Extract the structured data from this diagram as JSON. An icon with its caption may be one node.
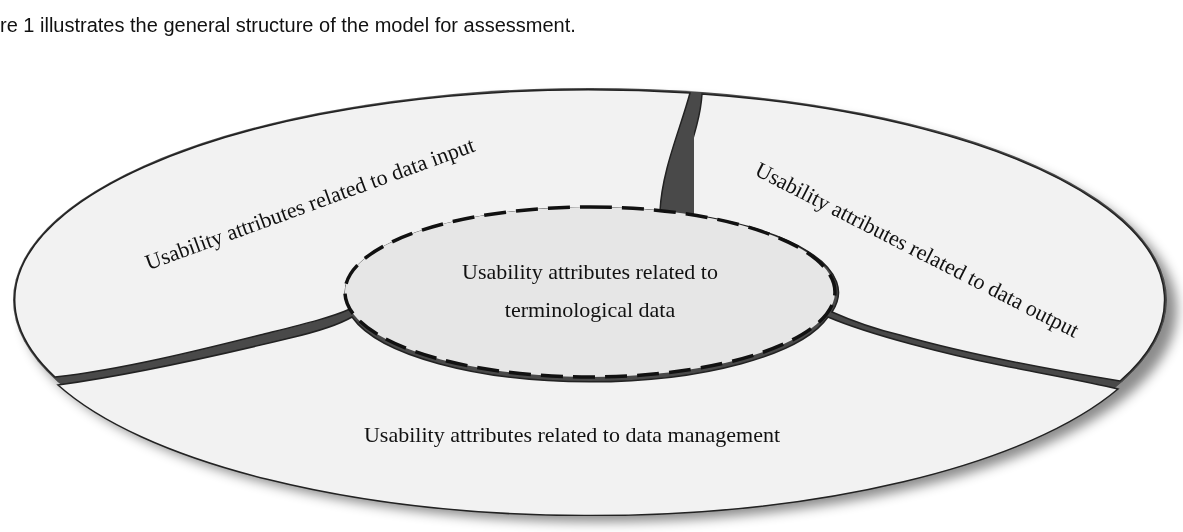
{
  "diagram": {
    "nodes": [
      {
        "text": [
          "Usability attributes related to data input"
        ]
      },
      {
        "text": [
          "Usability attributes related to data output"
        ]
      },
      {
        "text": [
          "Usability attributes related to terminological data"
        ]
      },
      {
        "text": [
          "Usability attributes related to data management"
        ]
      }
    ],
    "labels": [
      "re 1 illustrates the general structure of the model for assessment."
    ]
  }
}
